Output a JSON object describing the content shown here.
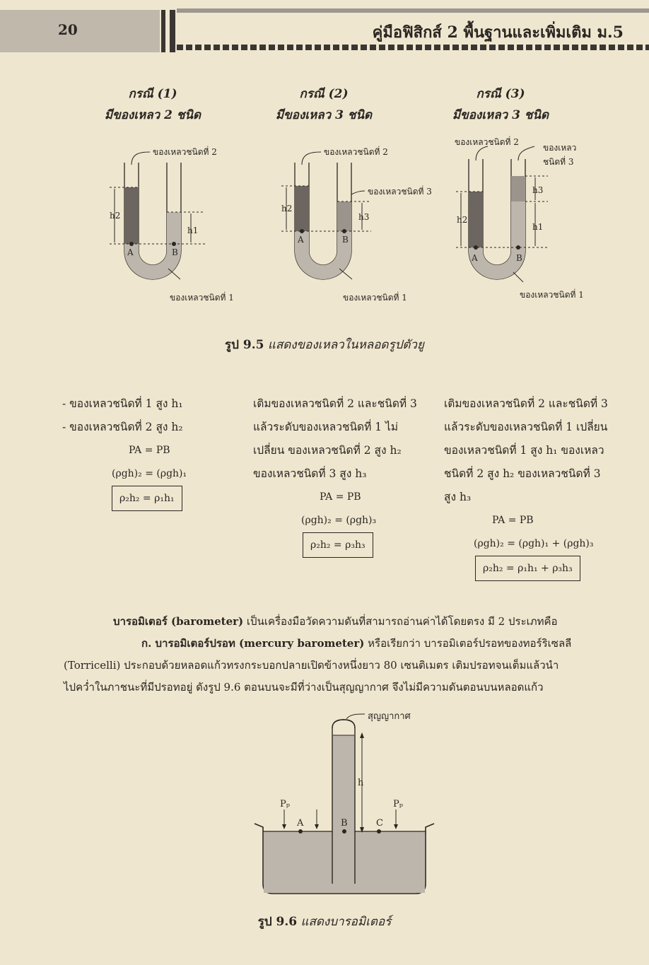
{
  "header": {
    "page_number": "20",
    "book_title": "คู่มือฟิสิกส์ 2 พื้นฐานและเพิ่มเติม ม.5"
  },
  "cases": [
    {
      "title": "กรณี (1)",
      "subtitle": "มีของเหลว 2 ชนิด"
    },
    {
      "title": "กรณี (2)",
      "subtitle": "มีของเหลว 3 ชนิด"
    },
    {
      "title": "กรณี (3)",
      "subtitle": "มีของเหลว 3 ชนิด"
    }
  ],
  "diagram_labels": {
    "liquid1": "ของเหลวชนิดที่ 1",
    "liquid2": "ของเหลวชนิดที่ 2",
    "liquid3": "ของเหลวชนิดที่ 3",
    "liquid3_line1": "ของเหลว",
    "liquid3_line2": "ชนิดที่ 3",
    "h1": "h1",
    "h2": "h2",
    "h3": "h3",
    "point_a": "A",
    "point_b": "B",
    "point_c": "C"
  },
  "figure_9_5": {
    "label": "รูป 9.5",
    "text": "แสดงของเหลวในหลอดรูปตัวยู"
  },
  "col1": {
    "line1": "- ของเหลวชนิดที่ 1 สูง h₁",
    "line2": "- ของเหลวชนิดที่ 2 สูง h₂",
    "eq1": "PA = PB",
    "eq2": "(ρgh)₂ = (ρgh)₁",
    "eq_box": "ρ₂h₂ = ρ₁h₁"
  },
  "col2": {
    "lines": [
      "เติมของเหลวชนิดที่ 2 และชนิดที่ 3",
      "แล้วระดับของเหลวชนิดที่ 1 ไม่",
      "เปลี่ยน ของเหลวชนิดที่ 2 สูง h₂",
      "ของเหลวชนิดที่ 3 สูง h₃"
    ],
    "eq1": "PA = PB",
    "eq2": "(ρgh)₂ = (ρgh)₃",
    "eq_box": "ρ₂h₂ = ρ₃h₃"
  },
  "col3": {
    "lines": [
      "เติมของเหลวชนิดที่ 2 และชนิดที่ 3",
      "แล้วระดับของเหลวชนิดที่ 1 เปลี่ยน",
      "ของเหลวชนิดที่ 1 สูง h₁ ของเหลว",
      "ชนิดที่ 2 สูง h₂ ของเหลวชนิดที่ 3",
      "สูง h₃"
    ],
    "eq1": "PA = PB",
    "eq2": "(ρgh)₂ = (ρgh)₁ + (ρgh)₃",
    "eq_box": "ρ₂h₂ = ρ₁h₁ + ρ₃h₃"
  },
  "paragraph": {
    "line1_bold": "บารอมิเตอร์ (barometer)",
    "line1_rest": " เป็นเครื่องมือวัดความดันที่สามารถอ่านค่าได้โดยตรง มี 2 ประเภทคือ",
    "line2_bold": "ก. บารอมิเตอร์ปรอท (mercury barometer)",
    "line2_rest": " หรือเรียกว่า บารอมิเตอร์ปรอทของทอร์ริเซลลี",
    "line3": "(Torricelli) ประกอบด้วยหลอดแก้วทรงกระบอกปลายเปิดข้างหนึ่งยาว 80 เซนติเมตร เติมปรอทจนเต็มแล้วนำ",
    "line4": "ไปคว่ำในภาชนะที่มีปรอทอยู่ ดังรูป 9.6 ตอนบนจะมีที่ว่างเป็นสุญญากาศ จึงไม่มีความดันตอนบนหลอดแก้ว"
  },
  "barometer": {
    "vacuum": "สุญญากาศ",
    "h": "h",
    "pp": "Pₚ"
  },
  "figure_9_6": {
    "label": "รูป 9.6",
    "text": "แสดงบารอมิเตอร์"
  }
}
